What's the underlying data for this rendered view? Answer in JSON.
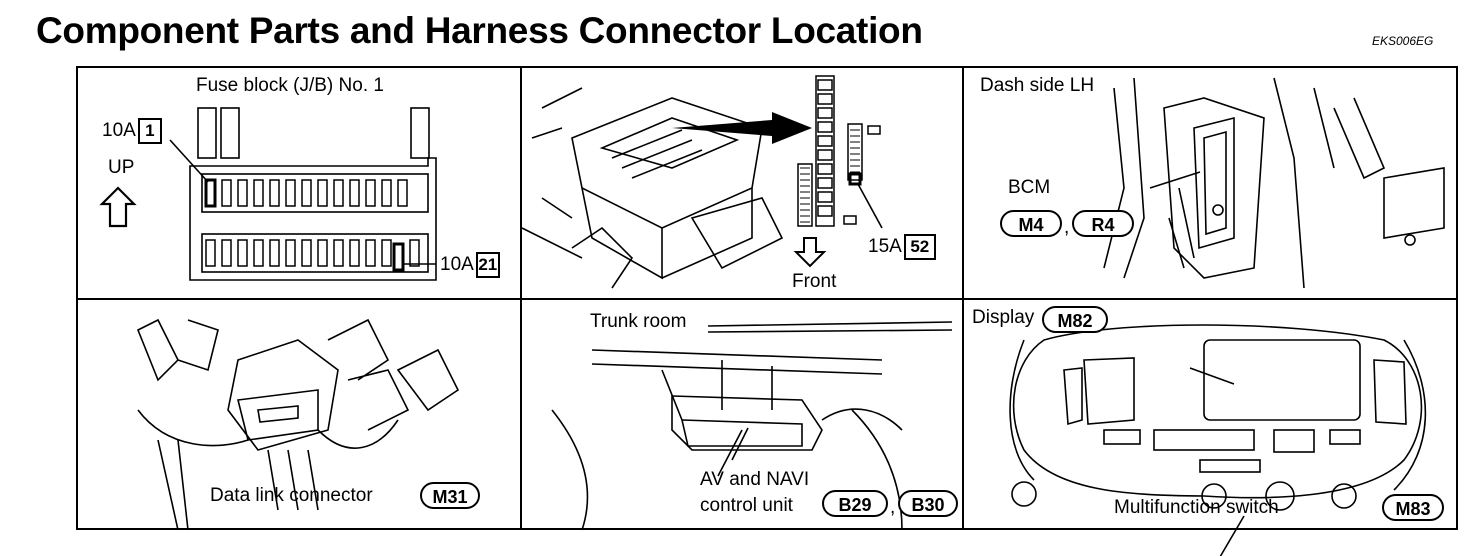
{
  "page": {
    "title": "Component Parts and Harness Connector Location",
    "code": "EKS006EG"
  },
  "panels": {
    "fuse_block": {
      "heading": "Fuse block (J/B) No. 1",
      "up_label": "UP",
      "fuse1_amp": "10A",
      "fuse1_num": "1",
      "fuse21_amp": "10A",
      "fuse21_num": "21"
    },
    "engine_room": {
      "front_label": "Front",
      "fuse52_amp": "15A",
      "fuse52_num": "52"
    },
    "dash_side": {
      "heading": "Dash side LH",
      "bcm_label": "BCM",
      "connector_a": "M4",
      "separator": ",",
      "connector_b": "R4"
    },
    "data_link": {
      "label": "Data link connector",
      "connector": "M31"
    },
    "trunk": {
      "heading": "Trunk room",
      "unit_line1": "AV and NAVI",
      "unit_line2": "control unit",
      "connector_a": "B29",
      "separator": ",",
      "connector_b": "B30"
    },
    "display": {
      "heading": "Display",
      "display_connector": "M82",
      "switch_label": "Multifunction switch",
      "switch_connector": "M83"
    }
  }
}
